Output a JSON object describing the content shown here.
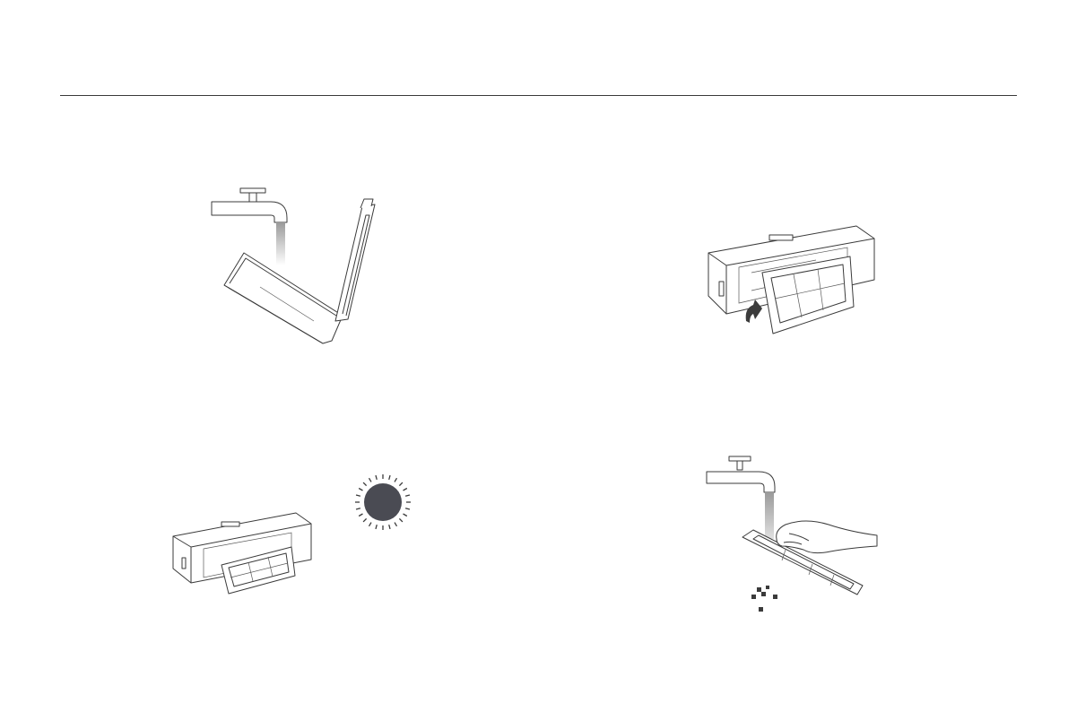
{
  "page": {
    "background": "#ffffff",
    "rule_color": "#3a3a3a",
    "ink_color": "#3b3b3b",
    "sun_color": "#4a4b53",
    "water_color": "#bdbdbd"
  },
  "illustrations": [
    {
      "id": "rinse-dustbin",
      "icons": [
        "faucet-icon",
        "water-stream-icon",
        "dustbin-icon"
      ]
    },
    {
      "id": "remove-filter",
      "icons": [
        "dustbin-icon",
        "filter-icon",
        "arrow-icon"
      ]
    },
    {
      "id": "dry-filter",
      "icons": [
        "dustbin-icon",
        "filter-icon",
        "sun-icon"
      ]
    },
    {
      "id": "rinse-filter",
      "icons": [
        "faucet-icon",
        "water-stream-icon",
        "hand-icon",
        "filter-icon",
        "debris-icon"
      ]
    }
  ]
}
